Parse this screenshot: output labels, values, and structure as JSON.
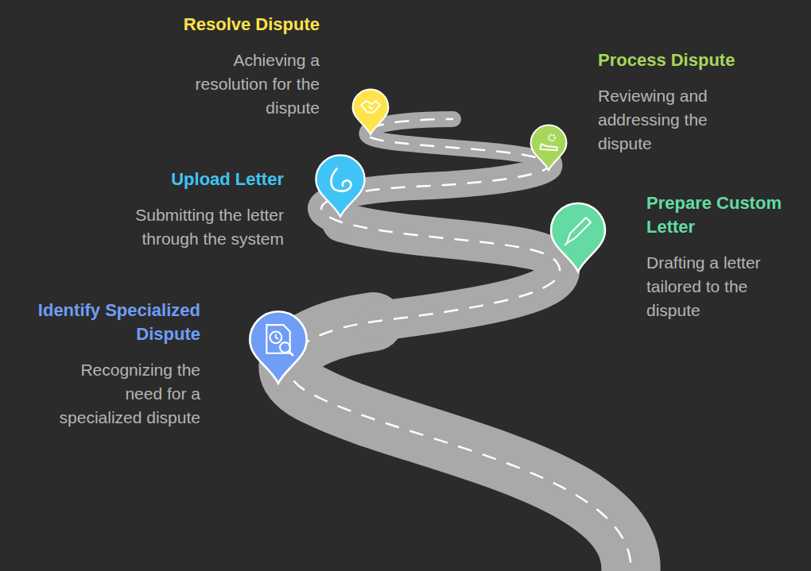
{
  "diagram": {
    "nodes": [
      {
        "text": [
          "Identify Specialized Dispute",
          "Recognizing the need for a specialized dispute"
        ]
      },
      {
        "text": [
          "Prepare Custom Letter",
          "Drafting a letter tailored to the dispute"
        ]
      },
      {
        "text": [
          "Upload Letter",
          "Submitting the letter through the system"
        ]
      },
      {
        "text": [
          "Process Dispute",
          "Reviewing and addressing the dispute"
        ]
      },
      {
        "text": [
          "Resolve Dispute",
          "Achieving a resolution for the dispute"
        ]
      }
    ]
  }
}
